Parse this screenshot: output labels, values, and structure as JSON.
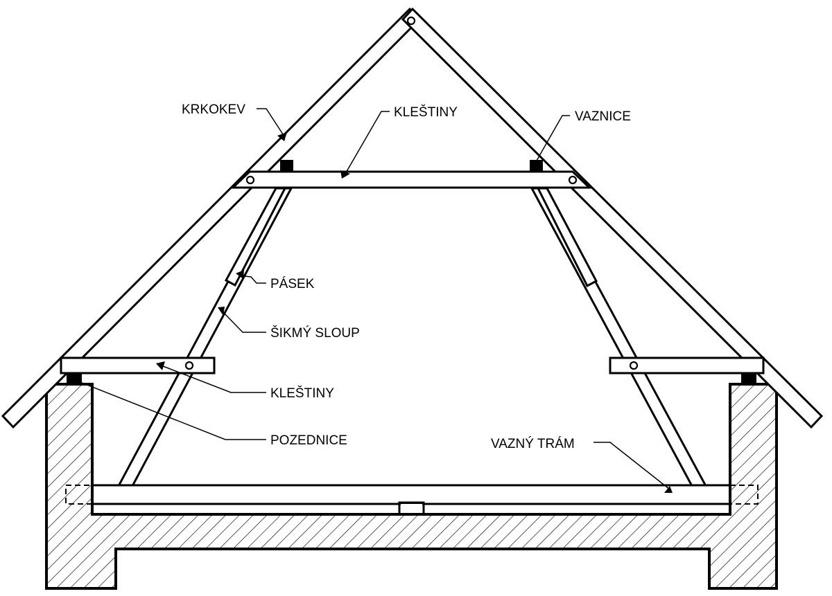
{
  "labels": {
    "krokev": "KRKOKEV",
    "klestiny_top": "KLEŠTINY",
    "vaznice": "VAZNICE",
    "pasek": "PÁSEK",
    "sikmy_sloup": "ŠIKMÝ SLOUP",
    "klestiny_bottom": "KLEŠTINY",
    "pozednice": "POZEDNICE",
    "vazny_tram": "VAZNÝ TRÁM"
  },
  "colors": {
    "line": "#000000",
    "background": "#ffffff"
  }
}
